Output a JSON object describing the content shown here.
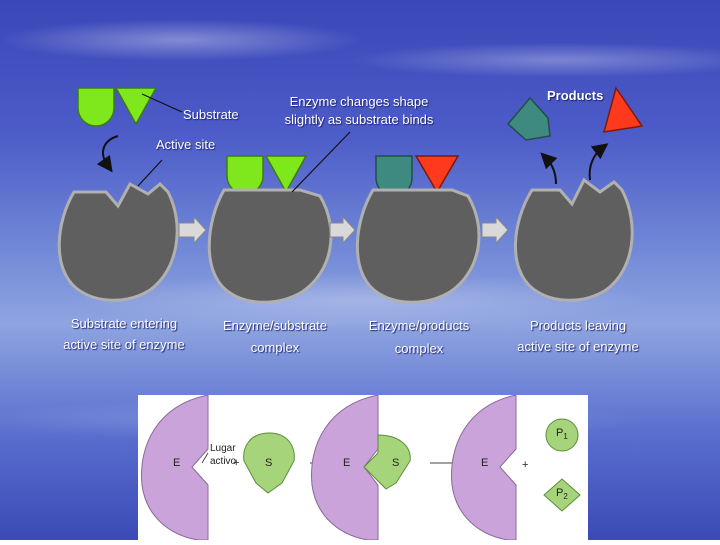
{
  "labels": {
    "substrate": "Substrate",
    "active_site": "Active site",
    "enzyme_changes": "Enzyme changes shape",
    "enzyme_changes_2": "slightly as substrate binds",
    "products": "Products",
    "stage1_line1": "Substrate entering",
    "stage1_line2": "active site of enzyme",
    "stage2_line1": "Enzyme/substrate",
    "stage2_line2": "complex",
    "stage3_line1": "Enzyme/products",
    "stage3_line2": "complex",
    "stage4_line1": "Products leaving",
    "stage4_line2": "active site of enzyme"
  },
  "lower_diagram": {
    "enzyme_label": "E",
    "lugar_line1": "Lugar",
    "lugar_line2": "activo",
    "plus_1": "+",
    "substrate_label": "S",
    "complex_e": "E",
    "complex_s": "S",
    "final_e": "E",
    "plus_2": "+",
    "p1": "P",
    "p1_sub": "1",
    "p2": "P",
    "p2_sub": "2"
  },
  "colors": {
    "enzyme_gray": "#5f5f5f",
    "substrate_green": "#7fe81c",
    "product_teal": "#3f8a80",
    "product_red": "#ff5a1c",
    "lower_enzyme_purple": "#c9a3d9",
    "lower_substrate_green": "#a6d47a"
  }
}
